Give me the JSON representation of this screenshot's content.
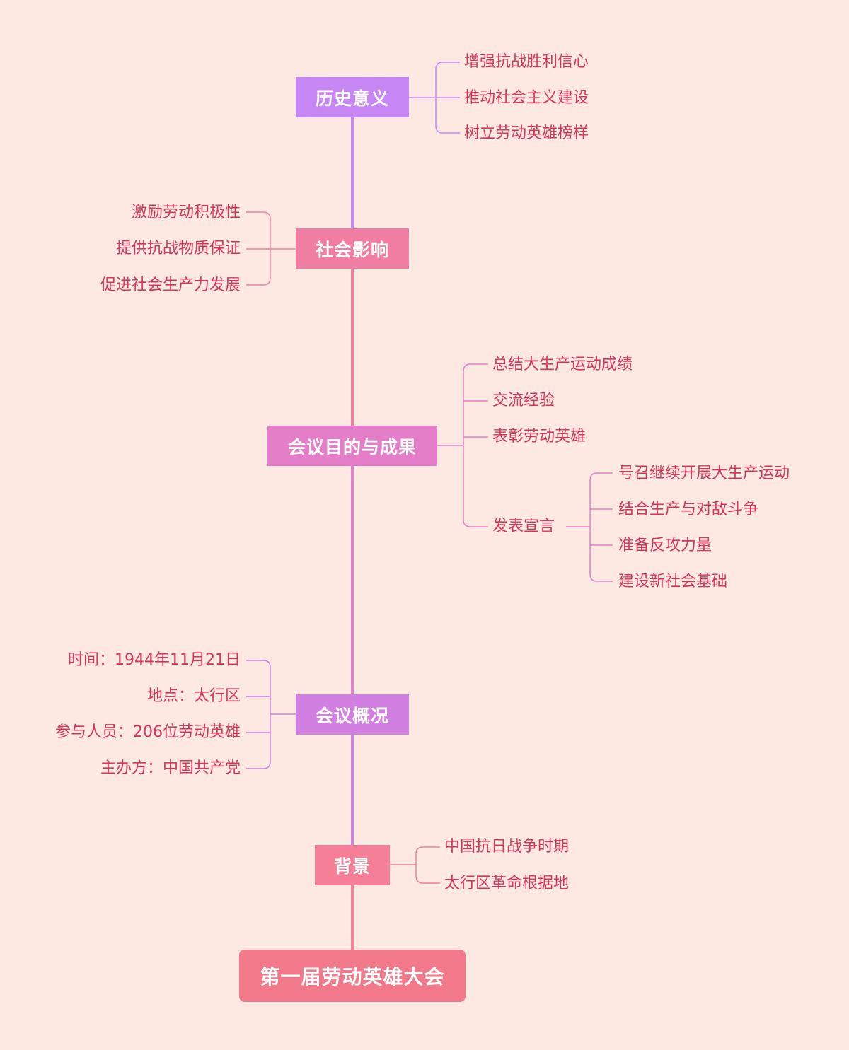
{
  "colors": {
    "background": "#fde8e2",
    "root": "#f2798a",
    "history": "#c687f5",
    "social": "#f07ea3",
    "goals": "#e47ec8",
    "overview": "#d17fe0",
    "background_node": "#f47f96",
    "leaf_text": "#d4365a"
  },
  "root": {
    "label": "第一届劳动英雄大会"
  },
  "branches": {
    "history": {
      "label": "历史意义",
      "items": [
        "增强抗战胜利信心",
        "推动社会主义建设",
        "树立劳动英雄榜样"
      ]
    },
    "social": {
      "label": "社会影响",
      "items": [
        "激励劳动积极性",
        "提供抗战物质保证",
        "促进社会生产力发展"
      ]
    },
    "goals": {
      "label": "会议目的与成果",
      "items": [
        "总结大生产运动成绩",
        "交流经验",
        "表彰劳动英雄",
        "发表宣言"
      ],
      "declaration_items": [
        "号召继续开展大生产运动",
        "结合生产与对敌斗争",
        "准备反攻力量",
        "建设新社会基础"
      ]
    },
    "overview": {
      "label": "会议概况",
      "items": [
        "时间：1944年11月21日",
        "地点：太行区",
        "参与人员：206位劳动英雄",
        "主办方：中国共产党"
      ]
    },
    "background": {
      "label": "背景",
      "items": [
        "中国抗日战争时期",
        "太行区革命根据地"
      ]
    }
  }
}
